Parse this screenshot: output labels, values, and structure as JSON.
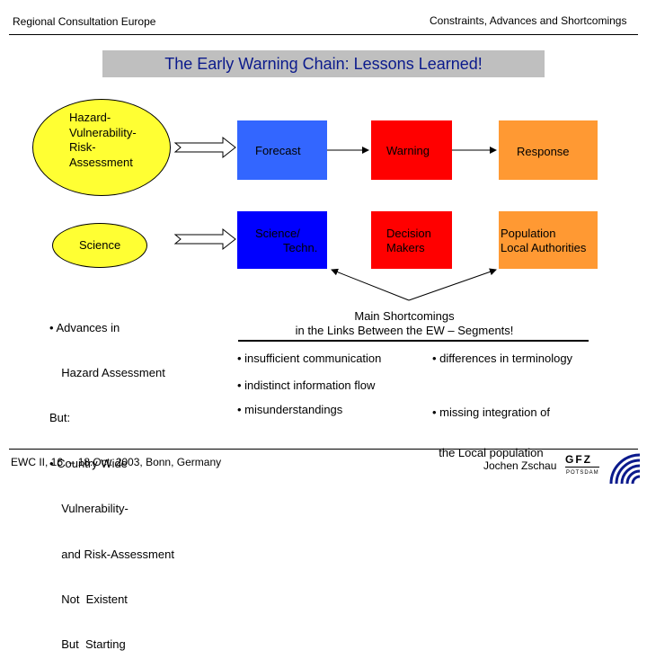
{
  "header": {
    "left": "Regional Consultation Europe",
    "right": "Constraints, Advances and Shortcomings"
  },
  "title": "The Early Warning Chain: Lessons Learned!",
  "ellipses": {
    "hazard": [
      "Hazard-",
      "Vulnerability-",
      "Risk-",
      "Assessment"
    ],
    "science": "Science"
  },
  "chain": {
    "row1": [
      "Forecast",
      "Warning",
      "Response"
    ],
    "row2": [
      [
        "Science/",
        "Techn."
      ],
      [
        "Decision",
        "Makers"
      ],
      [
        "Population",
        "Local Authorities"
      ]
    ]
  },
  "colors": {
    "row1": [
      "#3366ff",
      "#ff0000",
      "#ff9933"
    ],
    "row2": [
      "#0000ff",
      "#ff0000",
      "#ff9933"
    ],
    "ellipse": "#ffff33",
    "title_band": "#bfbfbf",
    "title_text": "#0b1a8c"
  },
  "left_bullets": [
    "• Advances in",
    "  Hazard Assessment",
    "But:",
    "• Country Wide",
    "  Vulnerability-",
    "  and Risk-Assessment",
    "  Not  Existent",
    "  But  Starting"
  ],
  "shortcomings": {
    "heading": [
      "Main  Shortcomings",
      "in the Links Between the EW – Segments!"
    ],
    "col1": [
      "• insufficient communication",
      "• indistinct information flow",
      "• misunderstandings"
    ],
    "col2": [
      "• differences in terminology",
      "• missing integration of",
      "  the Local population"
    ]
  },
  "footer": {
    "left": "EWC II, 16. – 18.Oct. 2003, Bonn, Germany",
    "right": "Jochen Zschau",
    "logo_text": "GFZ",
    "logo_sub": "POTSDAM"
  }
}
